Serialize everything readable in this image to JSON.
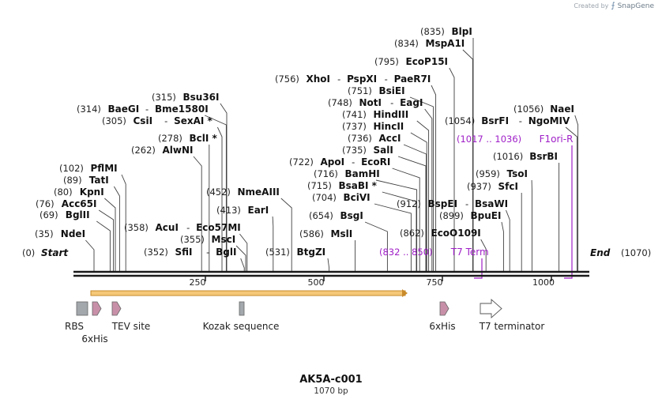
{
  "watermark": {
    "prefix": "Created by",
    "brand": "SnapGene"
  },
  "map": {
    "title": "AK5A-c001",
    "length_label": "1070 bp",
    "length_bp": 1070,
    "start_label": "Start",
    "end_label": "End",
    "start_pos": "(0)",
    "end_pos": "(1070)",
    "ticks": [
      {
        "bp": 250,
        "label": "250"
      },
      {
        "bp": 500,
        "label": "500"
      },
      {
        "bp": 750,
        "label": "750"
      },
      {
        "bp": 1000,
        "label": "1000"
      }
    ]
  },
  "enzymes": [
    {
      "pos": "(35)",
      "name": "NdeI",
      "bp": 35
    },
    {
      "pos": "(69)",
      "name": "BglII",
      "bp": 69
    },
    {
      "pos": "(76)",
      "name": "Acc65I",
      "bp": 76
    },
    {
      "pos": "(80)",
      "name": "KpnI",
      "bp": 80
    },
    {
      "pos": "(89)",
      "name": "TatI",
      "bp": 89
    },
    {
      "pos": "(102)",
      "name": "PflMI",
      "bp": 102
    },
    {
      "pos": "(262)",
      "name": "AlwNI",
      "bp": 262
    },
    {
      "pos": "(278)",
      "name": "BclI *",
      "bp": 278
    },
    {
      "pos": "(305)",
      "name": "CsiI",
      "name2": "SexAI *",
      "bp": 305
    },
    {
      "pos": "(314)",
      "name": "BaeGI",
      "name2": "Bme1580I",
      "bp": 314
    },
    {
      "pos": "(315)",
      "name": "Bsu36I",
      "bp": 315
    },
    {
      "pos": "(352)",
      "name": "SfiI",
      "name2": "BglI",
      "bp": 352
    },
    {
      "pos": "(355)",
      "name": "MscI",
      "bp": 355
    },
    {
      "pos": "(358)",
      "name": "AcuI",
      "name2": "Eco57MI",
      "bp": 358
    },
    {
      "pos": "(413)",
      "name": "EarI",
      "bp": 413
    },
    {
      "pos": "(452)",
      "name": "NmeAIII",
      "bp": 452
    },
    {
      "pos": "(531)",
      "name": "BtgZI",
      "bp": 531
    },
    {
      "pos": "(586)",
      "name": "MslI",
      "bp": 586
    },
    {
      "pos": "(654)",
      "name": "BsgI",
      "bp": 654
    },
    {
      "pos": "(704)",
      "name": "BciVI",
      "bp": 704
    },
    {
      "pos": "(715)",
      "name": "BsaBI *",
      "bp": 715
    },
    {
      "pos": "(716)",
      "name": "BamHI",
      "bp": 716
    },
    {
      "pos": "(722)",
      "name": "ApoI",
      "name2": "EcoRI",
      "bp": 722
    },
    {
      "pos": "(735)",
      "name": "SalI",
      "bp": 735
    },
    {
      "pos": "(736)",
      "name": "AccI",
      "bp": 736
    },
    {
      "pos": "(737)",
      "name": "HincII",
      "bp": 737
    },
    {
      "pos": "(741)",
      "name": "HindIII",
      "bp": 741
    },
    {
      "pos": "(748)",
      "name": "NotI",
      "name2": "EagI",
      "bp": 748
    },
    {
      "pos": "(751)",
      "name": "BsiEI",
      "bp": 751
    },
    {
      "pos": "(756)",
      "name": "XhoI",
      "name2": "PspXI",
      "name3": "PaeR7I",
      "bp": 756
    },
    {
      "pos": "(795)",
      "name": "EcoP15I",
      "bp": 795
    },
    {
      "pos": "(834)",
      "name": "MspA1I",
      "bp": 834
    },
    {
      "pos": "(835)",
      "name": "BlpI",
      "bp": 835
    },
    {
      "pos": "(862)",
      "name": "EcoO109I",
      "bp": 862
    },
    {
      "pos": "(899)",
      "name": "BpuEI",
      "bp": 899
    },
    {
      "pos": "(912)",
      "name": "BspEI",
      "name2": "BsaWI",
      "bp": 912
    },
    {
      "pos": "(937)",
      "name": "SfcI",
      "bp": 937
    },
    {
      "pos": "(959)",
      "name": "TsoI",
      "bp": 959
    },
    {
      "pos": "(1016)",
      "name": "BsrBI",
      "bp": 1016
    },
    {
      "pos": "(1054)",
      "name": "BsrFI",
      "name2": "NgoMIV",
      "bp": 1054
    },
    {
      "pos": "(1056)",
      "name": "NaeI",
      "bp": 1056
    }
  ],
  "primers": [
    {
      "range": "(832 .. 850)",
      "name": "T7 Term",
      "start": 832,
      "end": 850
    },
    {
      "range": "(1017 .. 1036)",
      "name": "F1ori-R",
      "start": 1017,
      "end": 1036
    }
  ],
  "features": [
    {
      "name": "RBS",
      "shape": "box",
      "color": "#a3a8ad"
    },
    {
      "name": "6xHis",
      "shape": "arrow",
      "color": "#c890a8"
    },
    {
      "name": "TEV site",
      "shape": "arrow",
      "color": "#c890a8"
    },
    {
      "name": "Kozak sequence",
      "shape": "box",
      "color": "#a3a8ad"
    },
    {
      "name": "6xHis",
      "shape": "arrow",
      "color": "#c890a8"
    },
    {
      "name": "T7 terminator",
      "shape": "hollow-arrow",
      "color": "#ffffff"
    }
  ],
  "colors": {
    "backbone": "#1a1a1a",
    "primer": "#a020c8",
    "orf_fill": "#f5c878",
    "orf_border": "#c88a2a",
    "cut_line": "#404040"
  }
}
